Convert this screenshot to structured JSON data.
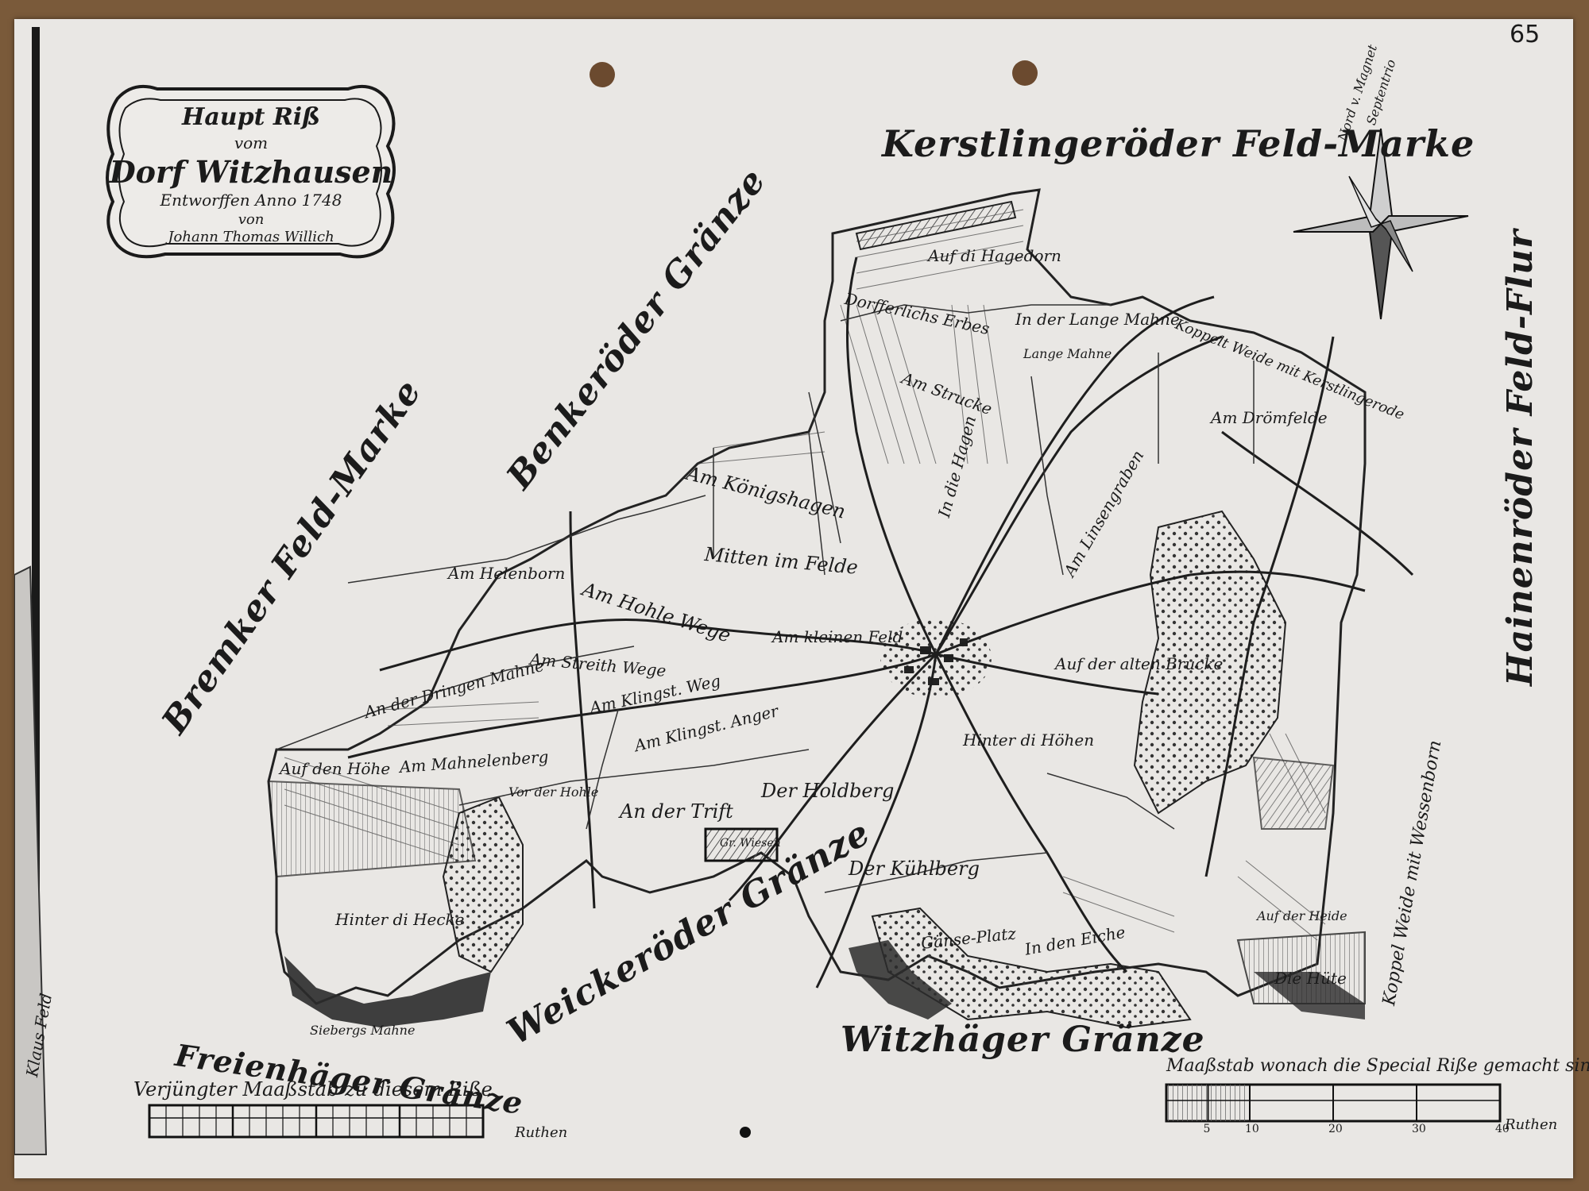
{
  "page_number": "65",
  "cartouche": {
    "line1": "Haupt Riß",
    "line2": "vom",
    "line3": "Dorf Witzhausen",
    "line4": "Entworffen Anno 1748",
    "line5": "von",
    "line6": "Johann Thomas Willich"
  },
  "compass": {
    "label_magnet": "Nord v. Magnet",
    "label_north": "Septentrio"
  },
  "border_labels": {
    "north": "Kerstlingeröder Feld-Marke",
    "northwest": "Benkeröder Gränze",
    "west": "Bremker Feld-Marke",
    "east": "Hainenröder Feld-Flur",
    "southwest": "Weickeröder Gränze",
    "south": "Witzhäger Gränze",
    "southwest2": "Freienhäger Gränze",
    "east_strip": "Koppel Weide mit Wessenborn",
    "left_edge": "Klaus Feld"
  },
  "field_names": [
    "Auf di Hagedorn",
    "Dorfferlichs Erbes",
    "In der Lange Mahne",
    "Lange Mahne",
    "Am Strucke",
    "In die Hagen",
    "Am Königshagen",
    "Mitten im Felde",
    "Am Helenborn",
    "Am Hohle Wege",
    "Am kleinen Feld",
    "An der Dringen Mahne",
    "Am Streith Wege",
    "Am Klingst. Weg",
    "Am Klingst. Anger",
    "Am Mahnelenberg",
    "Auf den Höhe",
    "Vor der Hohle",
    "An der Trift",
    "Der Holdberg",
    "Hinter di Höhen",
    "Auf der alten Brucke",
    "Am Drömfelde",
    "Am Linsengraben",
    "Der Kühlberg",
    "Hinter di Hecke",
    "Gänse-Platz",
    "In den Eiche",
    "Die Hüte",
    "Gr. Wiesen",
    "Siebergs Mahne",
    "Koppelt Weide mit Kerstlingerode",
    "Auf der Heide"
  ],
  "scale_left": {
    "caption": "Verjüngter Maaßstab zu diesem Riße",
    "unit": "Ruthen"
  },
  "scale_right": {
    "caption": "Maaßstab wonach die Special Riße gemacht sind",
    "ticks": [
      "5",
      "10",
      "20",
      "30",
      "40"
    ],
    "unit": "Ruthen"
  }
}
